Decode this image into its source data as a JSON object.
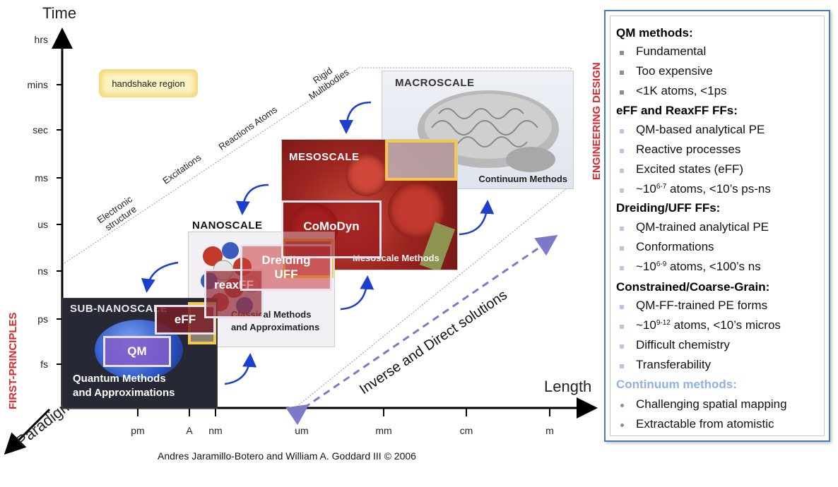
{
  "axes": {
    "y_title": "Time",
    "x_title": "Length",
    "z_title": "Paradigms",
    "y_ticks": [
      "hrs",
      "mins",
      "sec",
      "ms",
      "us",
      "ns",
      "ps",
      "fs"
    ],
    "x_ticks": [
      "pm",
      "A",
      "nm",
      "um",
      "mm",
      "cm",
      "m"
    ]
  },
  "side_labels": {
    "left": "FIRST-PRINCIPLES",
    "right": "ENGINEERING DESIGN"
  },
  "handshake_label": "handshake region",
  "diagonal_labels": {
    "electronic_1": "Electronic",
    "electronic_2": "structure",
    "excitations": "Excitations",
    "reactions": "Reactions Atoms",
    "rigid_1": "Rigid",
    "rigid_2": "Multibodies"
  },
  "arrow_label": "Inverse and Direct solutions",
  "scales": {
    "subnano": {
      "title": "SUB-NANOSCALE",
      "caption_1": "Quantum Methods",
      "caption_2": "and Approximations"
    },
    "nano": {
      "title": "NANOSCALE",
      "caption_1": "Classical Methods",
      "caption_2": "and Approximations"
    },
    "meso": {
      "title": "MESOSCALE",
      "caption": "Mesoscale Methods"
    },
    "macro": {
      "title": "MACROSCALE",
      "caption": "Continuum Methods"
    }
  },
  "method_boxes": {
    "qm": "QM",
    "eff": "eFF",
    "reaxff": "reaxFF",
    "dreiding_1": "Dreiding",
    "dreiding_2": "UFF",
    "comodyn": "CoMoDyn"
  },
  "credit": "Andres Jaramillo-Botero and William A. Goddard III © 2006",
  "legend": {
    "qm_heading": "QM methods:",
    "qm_items": [
      "Fundamental",
      "Too expensive",
      "<1K atoms, <1ps"
    ],
    "eff_heading": "eFF and ReaxFF FFs:",
    "eff_items": [
      "QM-based analytical PE",
      "Reactive processes",
      "Excited states (eFF)"
    ],
    "eff_atoms_pre": "~10",
    "eff_atoms_sup": "6-7",
    "eff_atoms_post": " atoms, <10’s ps-ns",
    "dreiding_heading": "Dreiding/UFF FFs:",
    "dreiding_items": [
      "QM-trained analytical PE",
      "Conformations"
    ],
    "dreiding_atoms_pre": "~10",
    "dreiding_atoms_sup": "6-9",
    "dreiding_atoms_post": " atoms, <100’s ns",
    "cg_heading": "Constrained/Coarse-Grain:",
    "cg_item_1": "QM-FF-trained PE forms",
    "cg_atoms_pre": "~10",
    "cg_atoms_sup": "9-12",
    "cg_atoms_post": " atoms, <10’s micros",
    "cg_items_rest": [
      "Difficult chemistry",
      "Transferability"
    ],
    "continuum_heading": "Continuum methods:",
    "continuum_items": [
      "Challenging spatial mapping",
      "Extractable from atomistic"
    ]
  },
  "colors": {
    "accent_red": "#e0262a",
    "legend_border": "#4a7eb3",
    "continuum_heading": "#8fb3dd",
    "bullet": "#8d8aa4"
  }
}
